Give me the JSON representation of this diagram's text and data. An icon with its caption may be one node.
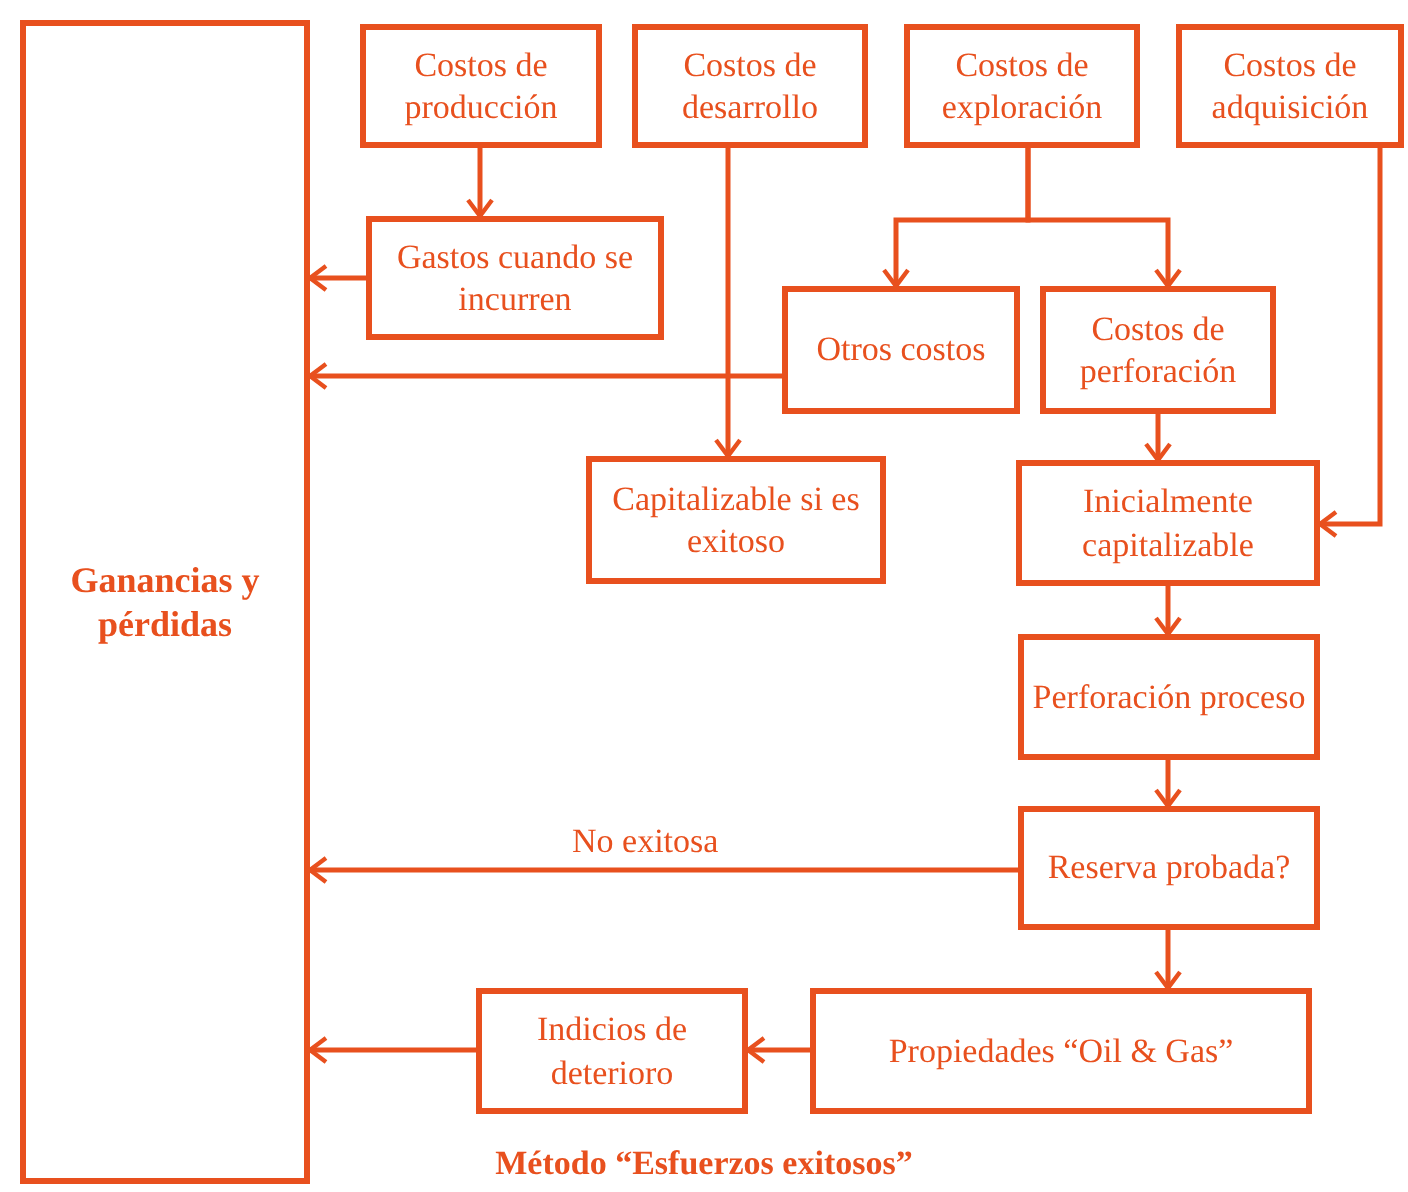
{
  "diagram": {
    "caption": "Método “Esfuerzos exitosos”",
    "nodes": [
      {
        "text": [
          "Ganancias y pérdidas"
        ]
      },
      {
        "text": [
          "Costos de producción"
        ]
      },
      {
        "text": [
          "Costos de desarrollo"
        ]
      },
      {
        "text": [
          "Costos de exploración"
        ]
      },
      {
        "text": [
          "Costos de adquisición"
        ]
      },
      {
        "text": [
          "Gastos cuando se incurren"
        ]
      },
      {
        "text": [
          "Otros costos"
        ]
      },
      {
        "text": [
          "Costos de perforación"
        ]
      },
      {
        "text": [
          "Capitalizable si es exitoso"
        ]
      },
      {
        "text": [
          "Inicialmente capitalizable"
        ]
      },
      {
        "text": [
          "Perforación proceso"
        ]
      },
      {
        "text": [
          "Reserva probada?"
        ]
      },
      {
        "text": [
          "Indicios de deterioro"
        ]
      },
      {
        "text": [
          "Propiedades “Oil & Gas”"
        ]
      }
    ],
    "edges": [
      {
        "from": 1,
        "to": 5,
        "arrow": "to"
      },
      {
        "from": 5,
        "to": 0,
        "arrow": "to"
      },
      {
        "from": 2,
        "to": 8,
        "arrow": "to"
      },
      {
        "from": 3,
        "to": 6,
        "arrow": "to"
      },
      {
        "from": 3,
        "to": 7,
        "arrow": "to"
      },
      {
        "from": 6,
        "to": 0,
        "arrow": "to"
      },
      {
        "from": 7,
        "to": 9,
        "arrow": "to"
      },
      {
        "from": 4,
        "to": 9,
        "arrow": "to"
      },
      {
        "from": 9,
        "to": 10,
        "arrow": "to"
      },
      {
        "from": 10,
        "to": 11,
        "arrow": "to"
      },
      {
        "from": 11,
        "to": 0,
        "label": "No exitosa",
        "arrow": "to"
      },
      {
        "from": 11,
        "to": 13,
        "arrow": "to"
      },
      {
        "from": 13,
        "to": 12,
        "arrow": "to"
      },
      {
        "from": 12,
        "to": 0,
        "arrow": "to"
      }
    ]
  }
}
